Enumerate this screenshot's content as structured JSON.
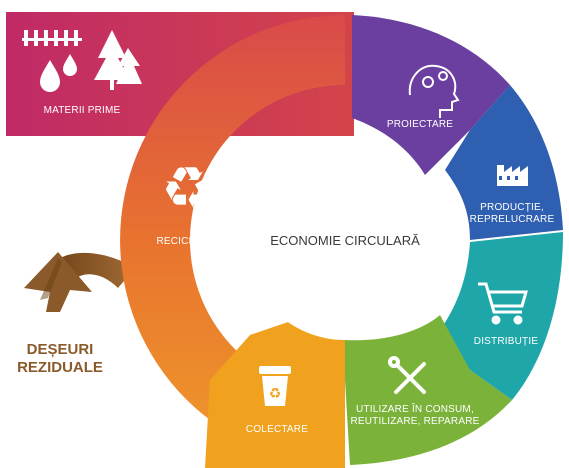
{
  "center": {
    "label": "ECONOMIE CIRCULARĂ"
  },
  "segments": [
    {
      "label_lines": [
        "MATERII PRIME"
      ],
      "color": "#c2305f",
      "icon": "water-drops-and-trees-icon"
    },
    {
      "label_lines": [
        "PROIECTARE"
      ],
      "color": "#6a3fa0",
      "icon": "head-with-gears-icon"
    },
    {
      "label_lines": [
        "PRODUCȚIE,",
        "REPRELUCRARE"
      ],
      "color": "#2f5fb0",
      "icon": "factory-icon"
    },
    {
      "label_lines": [
        "DISTRIBUȚIE"
      ],
      "color": "#1fa6a8",
      "icon": "shopping-cart-icon"
    },
    {
      "label_lines": [
        "UTILIZARE ÎN CONSUM,",
        "REUTILIZARE, REPARARE"
      ],
      "color": "#7bb23a",
      "icon": "wrench-screwdriver-icon"
    },
    {
      "label_lines": [
        "COLECTARE"
      ],
      "color": "#f0a21f",
      "icon": "recycle-bin-icon"
    },
    {
      "label_lines": [
        "RECICLARE"
      ],
      "color": "#e5752e",
      "icon": "recycle-arrows-icon"
    }
  ],
  "waste": {
    "label_lines": [
      "DEȘEURI",
      "REZIDUALE"
    ],
    "color": "#8a5a2b"
  }
}
